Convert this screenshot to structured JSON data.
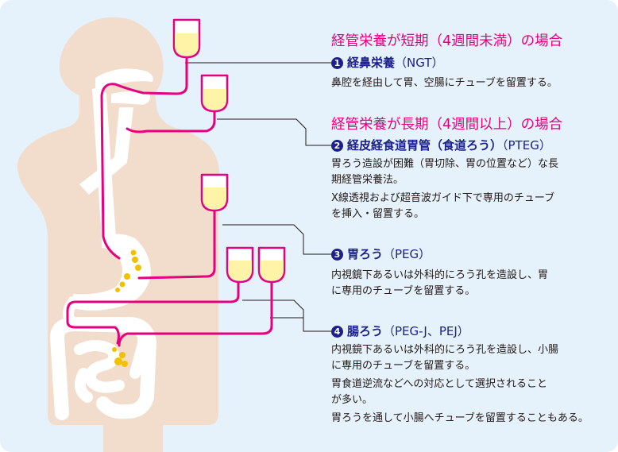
{
  "colors": {
    "background": "#e5f2fb",
    "body": "#f2dccb",
    "organ": "#ffffff",
    "tube": "#e4007f",
    "bag_fluid": "#fff3a8",
    "nutrient_dots": "#f3c000",
    "leader_line": "#231815",
    "heading": "#e4007f",
    "subheading": "#1d2088",
    "text": "#231815"
  },
  "short_term": {
    "heading": "経管栄養が短期（4週間未満）の場合",
    "items": [
      {
        "number": "1",
        "name": "経鼻栄養",
        "abbr": "（NGT）",
        "lines": [
          "鼻腔を経由して胃、空腸にチューブを留置する。"
        ]
      }
    ]
  },
  "long_term": {
    "heading": "経管栄養が長期（4週間以上）の場合",
    "items": [
      {
        "number": "2",
        "name": "経皮経食道胃管（食道ろう）",
        "abbr": "（PTEG）",
        "lines": [
          "胃ろう造設が困難（胃切除、胃の位置など）な長",
          "期経管栄養法。",
          "X線透視および超音波ガイド下で専用のチューブ",
          "を挿入・留置する。"
        ]
      },
      {
        "number": "3",
        "name": "胃ろう",
        "abbr": "（PEG）",
        "lines": [
          "内視鏡下あるいは外科的にろう孔を造設し、胃",
          "に専用のチューブを留置する。"
        ]
      },
      {
        "number": "4",
        "name": "腸ろう",
        "abbr": "（PEG-J、PEJ）",
        "lines": [
          "内視鏡下あるいは外科的にろう孔を造設し、小腸",
          "に専用のチューブを留置する。",
          "胃食道逆流などへの対応として選択されること",
          "が多い。",
          "胃ろうを通して小腸へチューブを留置することもある。"
        ]
      }
    ]
  }
}
